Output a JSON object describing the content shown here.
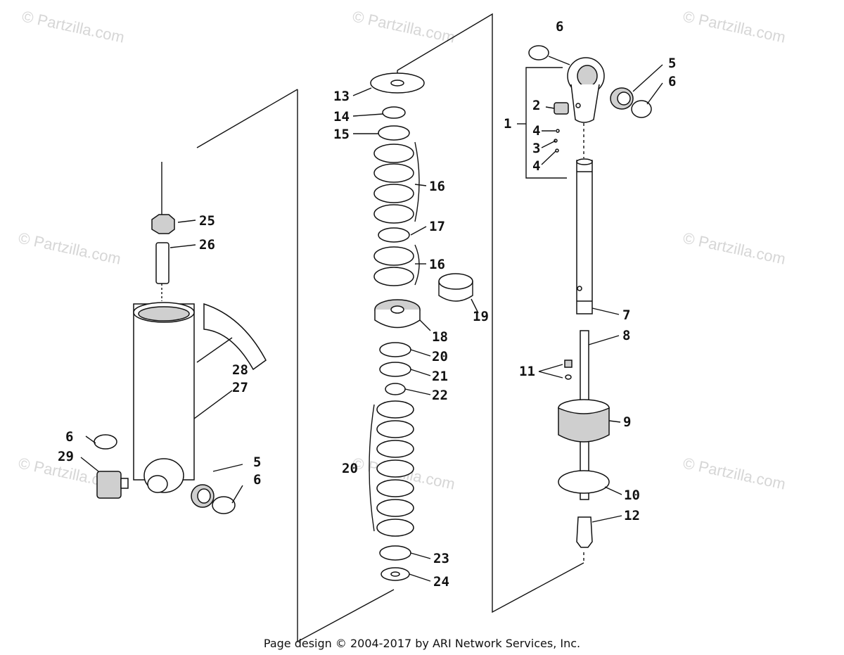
{
  "watermark": "© Partzilla.com",
  "footer": "Page design © 2004-2017 by ARI Network Services, Inc.",
  "callouts": {
    "c1": "1",
    "c2": "2",
    "c3": "3",
    "c4a": "4",
    "c4b": "4",
    "c5a": "5",
    "c5b": "5",
    "c6a": "6",
    "c6b": "6",
    "c6c": "6",
    "c6d": "6",
    "c7": "7",
    "c8": "8",
    "c9": "9",
    "c10": "10",
    "c11": "11",
    "c12": "12",
    "c13": "13",
    "c14": "14",
    "c15": "15",
    "c16a": "16",
    "c16b": "16",
    "c17": "17",
    "c18": "18",
    "c19": "19",
    "c20a": "20",
    "c20b": "20",
    "c21": "21",
    "c22": "22",
    "c23": "23",
    "c24": "24",
    "c25": "25",
    "c26": "26",
    "c27": "27",
    "c28": "28",
    "c29": "29"
  }
}
